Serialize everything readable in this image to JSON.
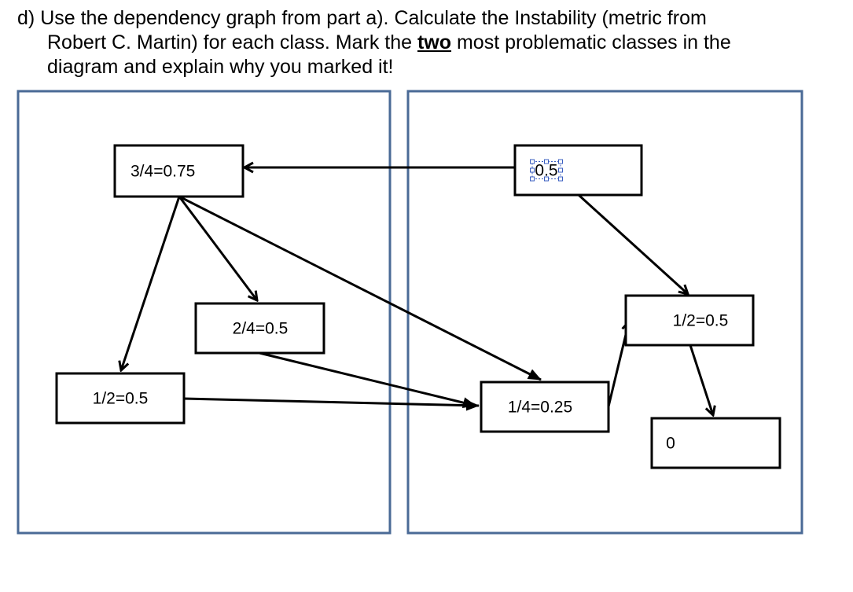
{
  "question": {
    "prefix": "d)",
    "line1": "Use the dependency graph from part a). Calculate the Instability (metric from",
    "line2_part1": "Robert C. Martin) for each class. Mark the ",
    "line2_emph": "two",
    "line2_part2": " most problematic classes in the",
    "line3": "diagram and explain why you marked it!"
  },
  "diagram": {
    "colors": {
      "panel_border": "#4a6a96",
      "box_border": "#000000",
      "selection": "#3b5fc0"
    },
    "nodes": [
      {
        "id": "left-top",
        "label": "3/4=0.75"
      },
      {
        "id": "left-mid",
        "label": "2/4=0.5"
      },
      {
        "id": "left-bottom",
        "label": "1/2=0.5"
      },
      {
        "id": "right-top",
        "label": "0.5",
        "selected": true
      },
      {
        "id": "right-center",
        "label": "1/4=0.25"
      },
      {
        "id": "right-upper",
        "label": "1/2=0.5"
      },
      {
        "id": "right-bottom",
        "label": "0"
      }
    ],
    "edges": [
      {
        "from": "right-top",
        "to": "left-top"
      },
      {
        "from": "left-top",
        "to": "left-bottom"
      },
      {
        "from": "left-top",
        "to": "left-mid"
      },
      {
        "from": "left-top",
        "to": "right-center"
      },
      {
        "from": "left-mid",
        "to": "right-center"
      },
      {
        "from": "left-bottom",
        "to": "right-center"
      },
      {
        "from": "right-top",
        "to": "right-upper"
      },
      {
        "from": "right-center",
        "to": "right-upper"
      },
      {
        "from": "right-upper",
        "to": "right-bottom"
      }
    ]
  }
}
